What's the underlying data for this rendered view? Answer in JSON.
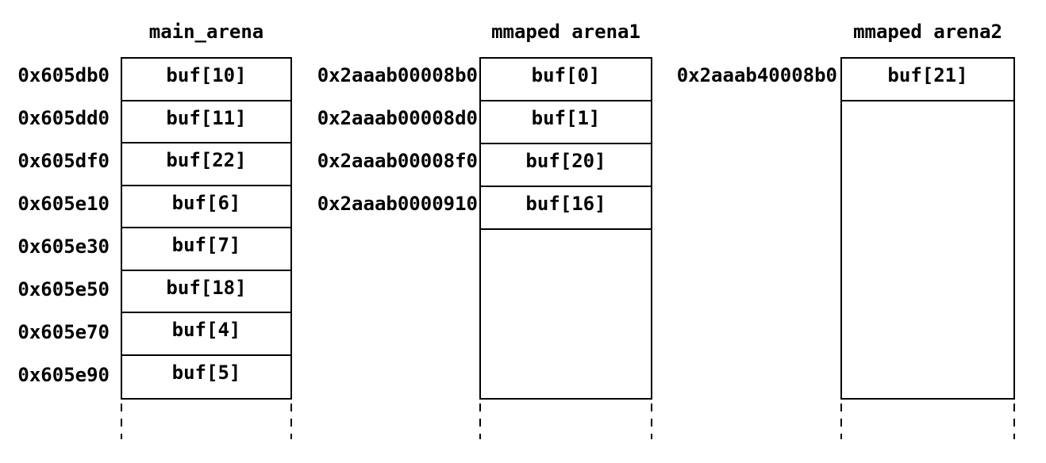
{
  "diagram": {
    "background": "#ffffff",
    "line_color": "#000000",
    "text_color": "#000000",
    "arenas": [
      {
        "title": "main_arena",
        "rows": [
          {
            "address": "0x605db0",
            "label": "buf[10]"
          },
          {
            "address": "0x605dd0",
            "label": "buf[11]"
          },
          {
            "address": "0x605df0",
            "label": "buf[22]"
          },
          {
            "address": "0x605e10",
            "label": "buf[6]"
          },
          {
            "address": "0x605e30",
            "label": "buf[7]"
          },
          {
            "address": "0x605e50",
            "label": "buf[18]"
          },
          {
            "address": "0x605e70",
            "label": "buf[4]"
          },
          {
            "address": "0x605e90",
            "label": "buf[5]"
          }
        ]
      },
      {
        "title": "mmaped arena1",
        "rows": [
          {
            "address": "0x2aaab00008b0",
            "label": "buf[0]"
          },
          {
            "address": "0x2aaab00008d0",
            "label": "buf[1]"
          },
          {
            "address": "0x2aaab00008f0",
            "label": "buf[20]"
          },
          {
            "address": "0x2aaab0000910",
            "label": "buf[16]"
          }
        ]
      },
      {
        "title": "mmaped arena2",
        "rows": [
          {
            "address": "0x2aaab40008b0",
            "label": "buf[21]"
          }
        ]
      }
    ]
  }
}
